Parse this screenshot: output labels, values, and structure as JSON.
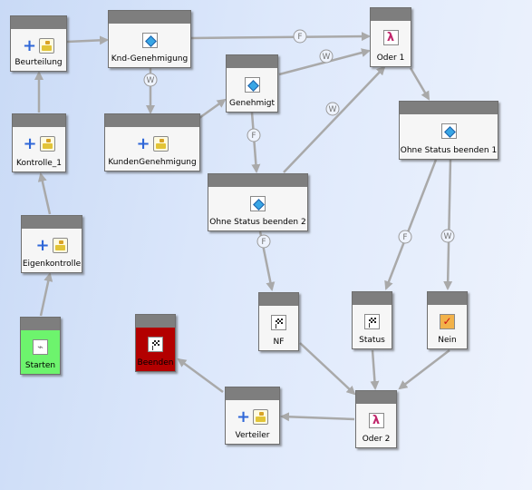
{
  "nodes": {
    "beurteilung": {
      "label": "Beurteilung",
      "icon": "add-task-icon"
    },
    "knd_genehmigung": {
      "label": "Knd-Genehmigung",
      "icon": "decision-icon"
    },
    "oder1": {
      "label": "Oder 1",
      "icon": "or-gateway-icon"
    },
    "genehmigt": {
      "label": "Genehmigt",
      "icon": "decision-icon"
    },
    "kontrolle1": {
      "label": "Kontrolle_1",
      "icon": "add-task-icon"
    },
    "kundengenehmigung": {
      "label": "KundenGenehmigung",
      "icon": "add-task-icon"
    },
    "ohne_status_1": {
      "label": "Ohne Status beenden 1",
      "icon": "decision-icon"
    },
    "ohne_status_2": {
      "label": "Ohne Status beenden 2",
      "icon": "decision-icon"
    },
    "eigenkontrolle": {
      "label": "Eigenkontrolle",
      "icon": "add-task-icon"
    },
    "starten": {
      "label": "Starten",
      "icon": "start-plug-icon",
      "color": "#6df46d"
    },
    "beenden": {
      "label": "Beenden",
      "icon": "checkered-flag-icon",
      "color": "#b30000"
    },
    "nf": {
      "label": "NF",
      "icon": "checkered-flag-icon"
    },
    "status": {
      "label": "Status",
      "icon": "checkered-flag-icon"
    },
    "nein": {
      "label": "Nein",
      "icon": "checklist-icon"
    },
    "verteiler": {
      "label": "Verteiler",
      "icon": "add-task-icon"
    },
    "oder2": {
      "label": "Oder 2",
      "icon": "or-gateway-icon"
    }
  },
  "edge_labels": {
    "f": "F",
    "w": "W"
  },
  "colors": {
    "arrow": "#a9a9a9",
    "header": "#7e7e7e"
  }
}
